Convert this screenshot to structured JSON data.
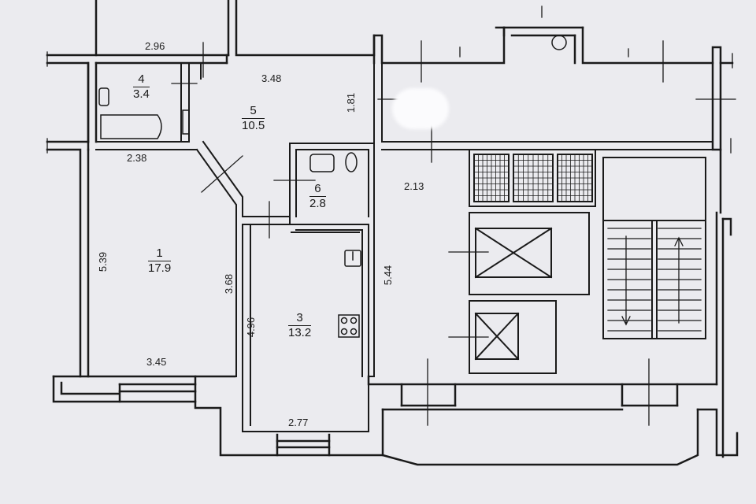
{
  "plan": {
    "rooms": [
      {
        "id": "1",
        "number": "1",
        "area": "17.9"
      },
      {
        "id": "3",
        "number": "3",
        "area": "13.2"
      },
      {
        "id": "4",
        "number": "4",
        "area": "3.4"
      },
      {
        "id": "5",
        "number": "5",
        "area": "10.5"
      },
      {
        "id": "6",
        "number": "6",
        "area": "2.8"
      }
    ],
    "dimensions": {
      "d_2_96": "2.96",
      "d_3_48": "3.48",
      "d_1_81": "1.81",
      "d_2_38": "2.38",
      "d_2_13": "2.13",
      "d_5_39": "5.39",
      "d_3_68": "3.68",
      "d_5_44": "5.44",
      "d_4_96": "4.96",
      "d_3_45": "3.45",
      "d_2_77": "2.77"
    },
    "colors": {
      "line": "#1a1a1a",
      "paper": "#ebebef"
    }
  }
}
